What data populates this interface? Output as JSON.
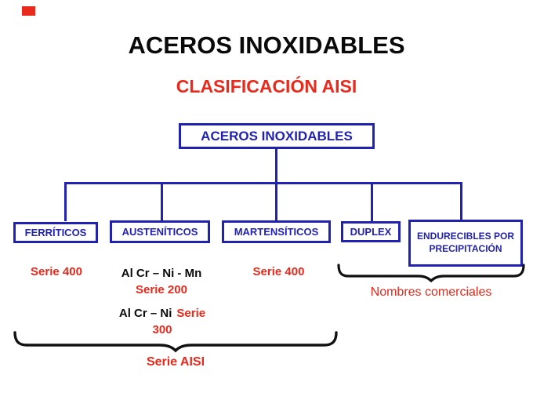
{
  "title": "ACEROS INOXIDABLES",
  "subtitle": "CLASIFICACIÓN AISI",
  "root": {
    "label": "ACEROS INOXIDABLES"
  },
  "categories": [
    {
      "label": "FERRÍTICOS"
    },
    {
      "label": "AUSTENÍTICOS"
    },
    {
      "label": "MARTENSÍTICOS"
    },
    {
      "label": "DUPLEX"
    },
    {
      "label": "ENDURECIBLES POR PRECIPITACIÓN"
    }
  ],
  "annotations": {
    "ferriticos_serie": "Serie 400",
    "austeniticos_composition": "Al Cr – Ni - Mn",
    "austeniticos_serie": "Serie 200",
    "martensiticos_serie": "Serie 400",
    "serie300_composition": "Al Cr – Ni",
    "serie300_word": "Serie",
    "serie300_number": "300",
    "nombres_comerciales": "Nombres comerciales",
    "serie_aisi": "Serie AISI"
  },
  "colors": {
    "box_blue": "#2222b2",
    "accent_red": "#e8291c",
    "text_black": "#0a0a0a",
    "brace_black": "#111111",
    "corner_marker_red": "#e8291c"
  }
}
